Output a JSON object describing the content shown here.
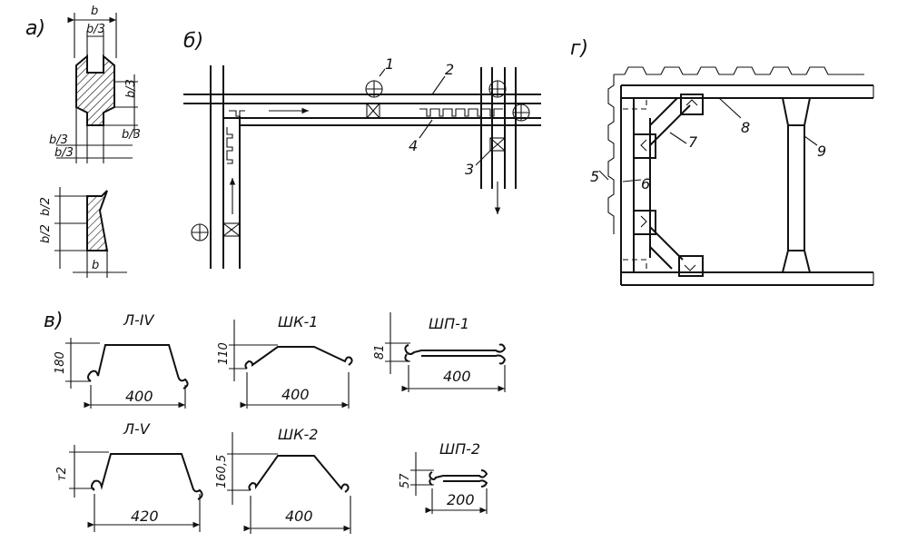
{
  "panels": {
    "a": "а)",
    "b": "б)",
    "v": "в)",
    "g": "г)"
  },
  "panel_a": {
    "top_b": "b",
    "top_b3": "b/3",
    "side_b3_1": "b/3",
    "side_b3_2": "b/3",
    "left_b3_1": "b/3",
    "left_b3_2": "b/3",
    "bot_b2_1": "b/2",
    "bot_b2_2": "b/2",
    "bot_b": "b"
  },
  "panel_b": {
    "n1": "1",
    "n2": "2",
    "n3": "3",
    "n4": "4"
  },
  "panel_g": {
    "n5": "5",
    "n6": "6",
    "n7": "7",
    "n8": "8",
    "n9": "9"
  },
  "profiles": [
    {
      "name": "Л-IV",
      "height": "180",
      "width": "400"
    },
    {
      "name": "ШК-1",
      "height": "110",
      "width": "400"
    },
    {
      "name": "ШП-1",
      "height": "81",
      "width": "400"
    },
    {
      "name": "Л-V",
      "height": "т2",
      "width": "420"
    },
    {
      "name": "ШК-2",
      "height": "160,5",
      "width": "400"
    },
    {
      "name": "ШП-2",
      "height": "57",
      "width": "200"
    }
  ]
}
